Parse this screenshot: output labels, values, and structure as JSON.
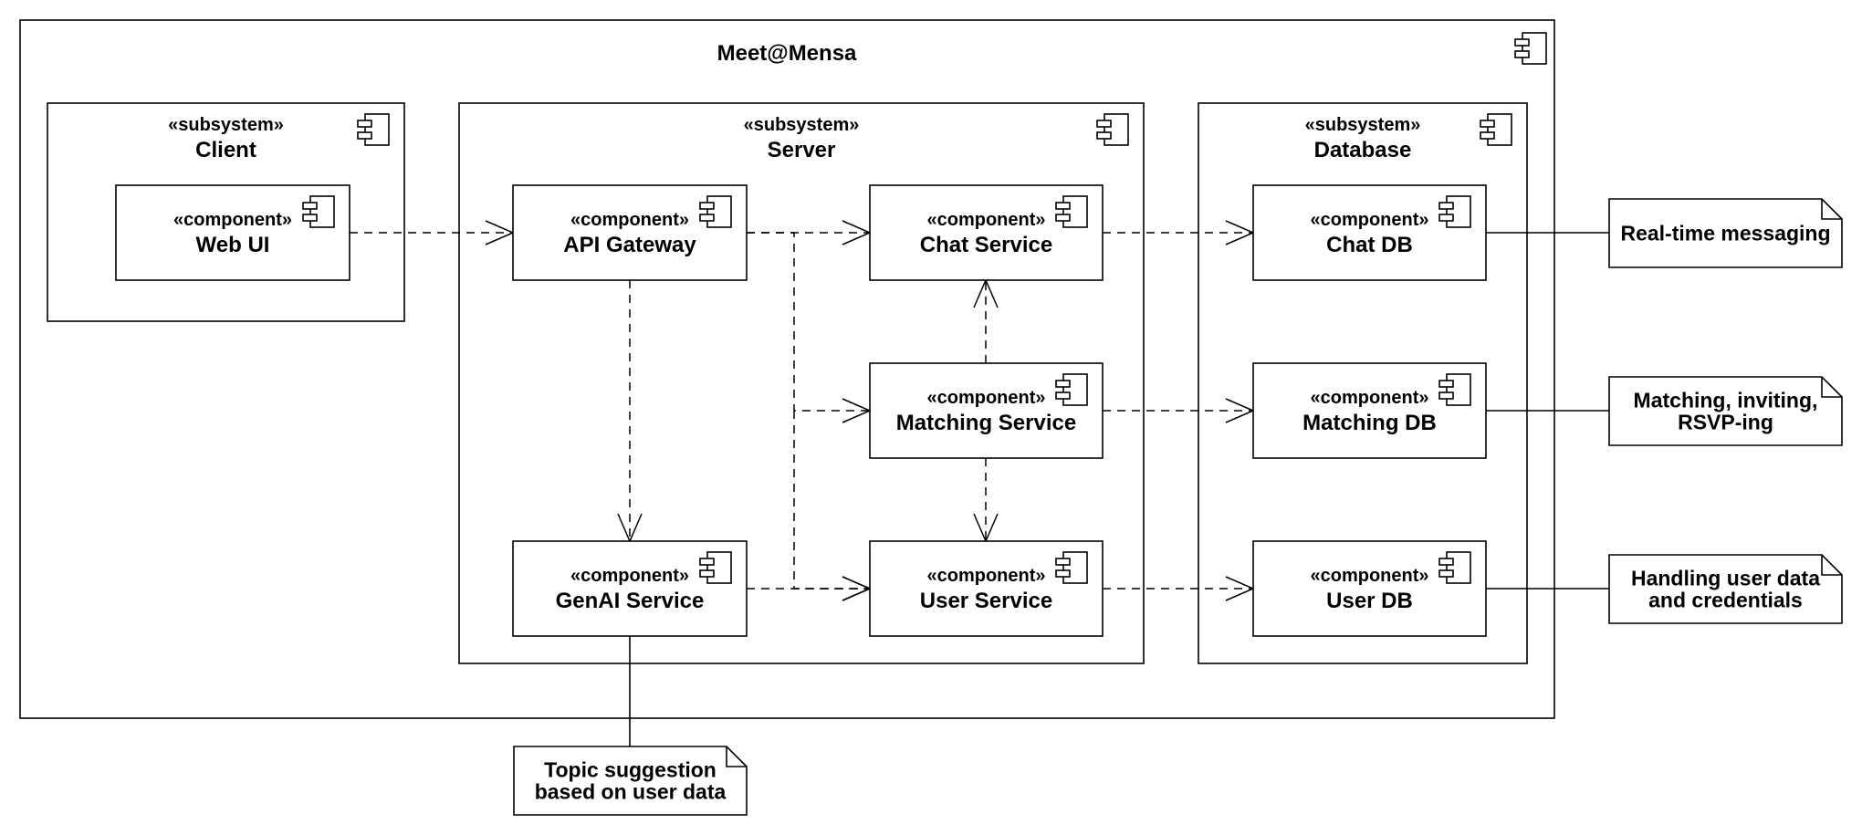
{
  "system": {
    "title": "Meet@Mensa"
  },
  "subsystems": [
    {
      "key": "client",
      "stereotype": "«subsystem»",
      "name": "Client"
    },
    {
      "key": "server",
      "stereotype": "«subsystem»",
      "name": "Server"
    },
    {
      "key": "database",
      "stereotype": "«subsystem»",
      "name": "Database"
    }
  ],
  "components": [
    {
      "key": "webui",
      "subsystem": "client",
      "stereotype": "«component»",
      "name": "Web UI"
    },
    {
      "key": "apigw",
      "subsystem": "server",
      "stereotype": "«component»",
      "name": "API Gateway"
    },
    {
      "key": "chat",
      "subsystem": "server",
      "stereotype": "«component»",
      "name": "Chat Service"
    },
    {
      "key": "matching",
      "subsystem": "server",
      "stereotype": "«component»",
      "name": "Matching Service"
    },
    {
      "key": "genai",
      "subsystem": "server",
      "stereotype": "«component»",
      "name": "GenAI Service"
    },
    {
      "key": "user",
      "subsystem": "server",
      "stereotype": "«component»",
      "name": "User Service"
    },
    {
      "key": "chatdb",
      "subsystem": "database",
      "stereotype": "«component»",
      "name": "Chat DB"
    },
    {
      "key": "matchingdb",
      "subsystem": "database",
      "stereotype": "«component»",
      "name": "Matching DB"
    },
    {
      "key": "userdb",
      "subsystem": "database",
      "stereotype": "«component»",
      "name": "User DB"
    }
  ],
  "dependencies": [
    {
      "from": "webui",
      "to": "apigw"
    },
    {
      "from": "apigw",
      "to": "chat"
    },
    {
      "from": "apigw",
      "to": "matching"
    },
    {
      "from": "apigw",
      "to": "user"
    },
    {
      "from": "apigw",
      "to": "genai"
    },
    {
      "from": "genai",
      "to": "user"
    },
    {
      "from": "matching",
      "to": "chat"
    },
    {
      "from": "matching",
      "to": "user"
    },
    {
      "from": "chat",
      "to": "chatdb"
    },
    {
      "from": "matching",
      "to": "matchingdb"
    },
    {
      "from": "user",
      "to": "userdb"
    }
  ],
  "notes": [
    {
      "key": "note-chat",
      "anchor": "chatdb",
      "lines": [
        "Real-time messaging"
      ]
    },
    {
      "key": "note-matching",
      "anchor": "matchingdb",
      "lines": [
        "Matching, inviting,",
        "RSVP-ing"
      ]
    },
    {
      "key": "note-user",
      "anchor": "userdb",
      "lines": [
        "Handling user data",
        "and credentials"
      ]
    },
    {
      "key": "note-genai",
      "anchor": "genai",
      "lines": [
        "Topic suggestion",
        "based on user data"
      ]
    }
  ]
}
